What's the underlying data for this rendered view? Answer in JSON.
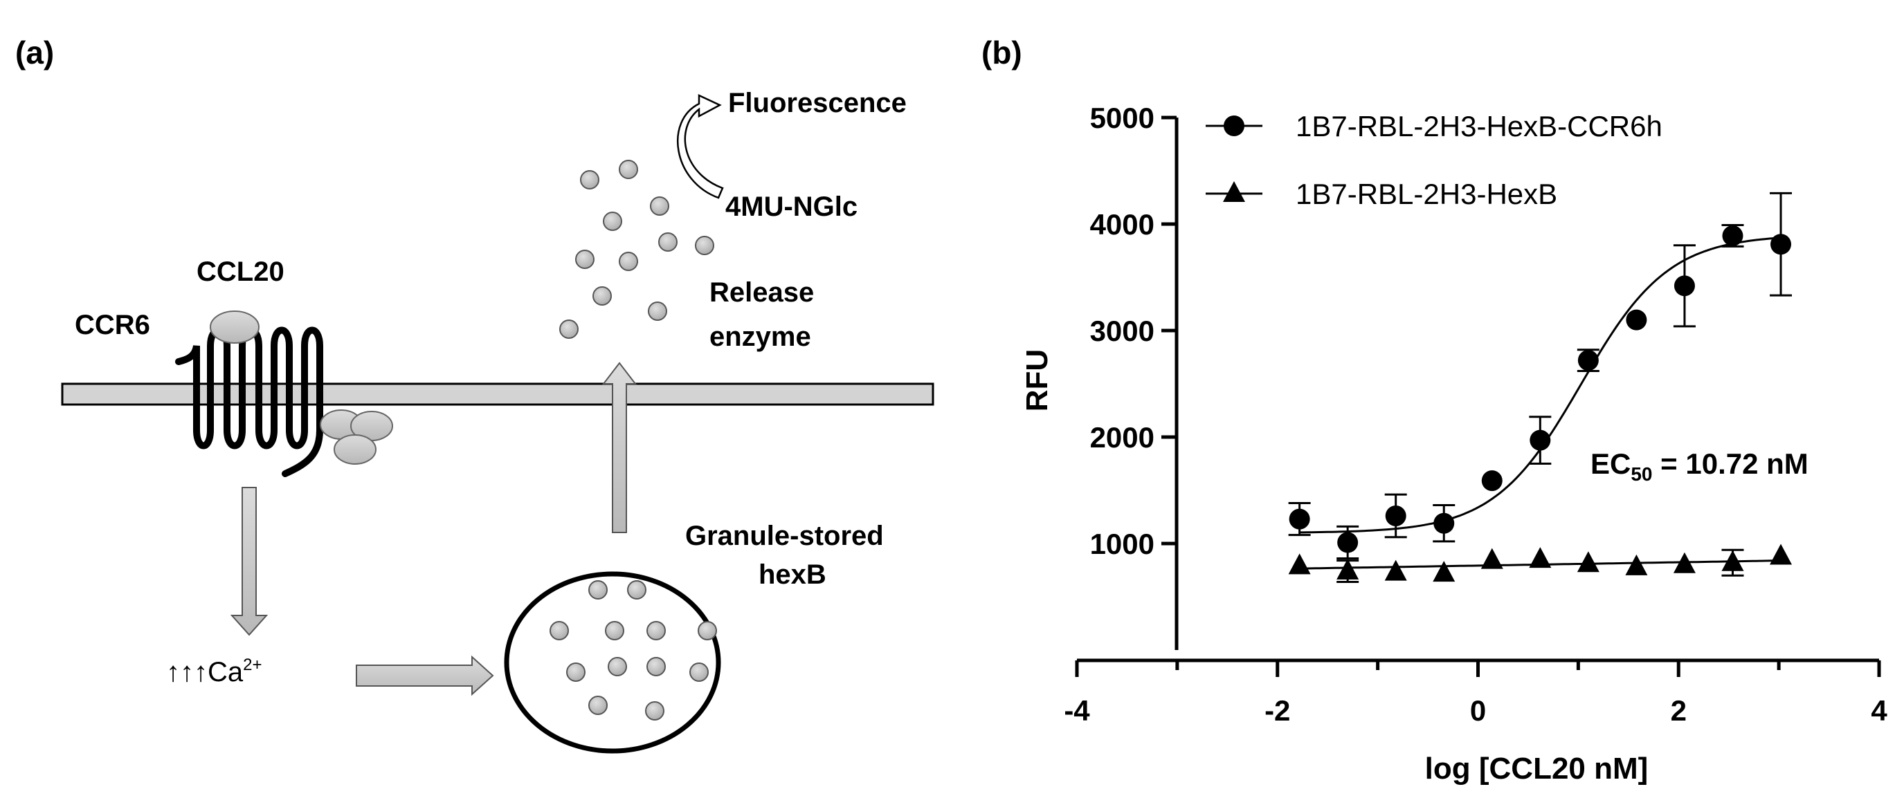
{
  "panel_a": {
    "label": "(a)",
    "ccr6": "CCR6",
    "ccl20": "CCL20",
    "fluorescence": "Fluorescence",
    "substrate": "4MU-NGlc",
    "release_line1": "Release",
    "release_line2": "enzyme",
    "granule_line1": "Granule-stored",
    "granule_line2": "hexB",
    "calcium_arrows": "↑↑↑Ca",
    "calcium_sup": "2+"
  },
  "panel_b": {
    "label": "(b)",
    "annotation_prefix": "EC",
    "annotation_sub": "50",
    "annotation_suffix": " = 10.72 nM"
  },
  "chart_data": {
    "type": "scatter",
    "xlabel": "log [CCL20 nM]",
    "ylabel": "RFU",
    "xlim": [
      -4,
      4
    ],
    "ylim": [
      0,
      5000
    ],
    "xticks": [
      "-4",
      "-2",
      "0",
      "2",
      "4"
    ],
    "yticks": [
      "1000",
      "2000",
      "3000",
      "4000",
      "5000"
    ],
    "legend_position": "top-left",
    "grid": false,
    "series": [
      {
        "name": "1B7-RBL-2H3-HexB-CCR6h",
        "marker": "circle",
        "color": "#000000",
        "x": [
          -1.78,
          -1.3,
          -0.82,
          -0.34,
          0.14,
          0.62,
          1.1,
          1.58,
          2.06,
          2.54,
          3.02
        ],
        "y": [
          1230,
          1010,
          1260,
          1190,
          1590,
          1970,
          2720,
          3100,
          3420,
          3890,
          3810
        ],
        "err": [
          150,
          150,
          200,
          170,
          0,
          220,
          100,
          0,
          380,
          100,
          480
        ],
        "fit": {
          "bottom": 1100,
          "top": 3900,
          "log_ec50": 1.03,
          "hill": 1.0
        }
      },
      {
        "name": "1B7-RBL-2H3-HexB",
        "marker": "triangle",
        "color": "#000000",
        "x": [
          -1.78,
          -1.3,
          -0.82,
          -0.34,
          0.14,
          0.62,
          1.1,
          1.58,
          2.06,
          2.54,
          3.02
        ],
        "y": [
          790,
          740,
          730,
          720,
          840,
          850,
          810,
          780,
          800,
          820,
          880
        ],
        "err": [
          0,
          100,
          0,
          0,
          0,
          0,
          0,
          0,
          0,
          120,
          0
        ],
        "fit": {
          "linear": true,
          "y_at_xmin": 765,
          "y_at_xmax": 840
        }
      }
    ]
  }
}
